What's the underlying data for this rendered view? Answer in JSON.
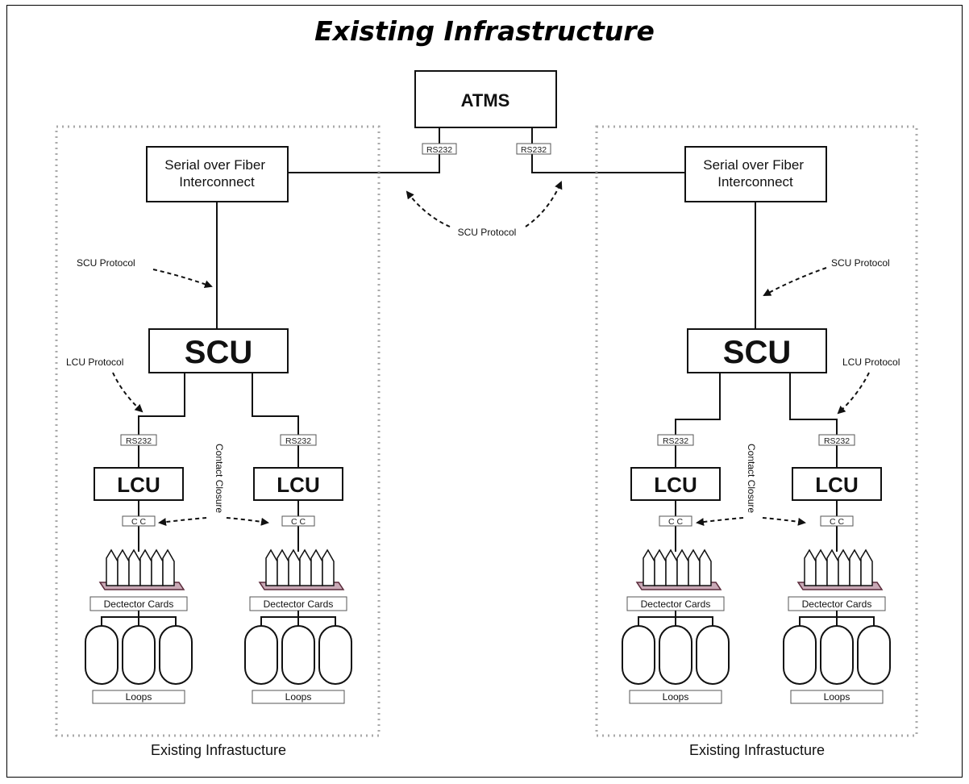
{
  "title": "Existing Infrastructure",
  "atms": {
    "label": "ATMS",
    "ports": [
      "RS232",
      "RS232"
    ]
  },
  "center_protocol": "SCU Protocol",
  "zones": [
    {
      "interconnect": "Serial over Fiber\nInterconnect",
      "scu_protocol": "SCU Protocol",
      "scu": "SCU",
      "lcu_protocol": "LCU Protocol",
      "contact_closure": "Contact Closure",
      "caption": "Existing Infrastucture",
      "lcus": [
        {
          "label": "LCU",
          "port": "RS232",
          "cc": "C C",
          "cards": "Dectector Cards",
          "loops": "Loops"
        },
        {
          "label": "LCU",
          "port": "RS232",
          "cc": "C C",
          "cards": "Dectector Cards",
          "loops": "Loops"
        }
      ]
    },
    {
      "interconnect": "Serial over Fiber\nInterconnect",
      "scu_protocol": "SCU Protocol",
      "scu": "SCU",
      "lcu_protocol": "LCU Protocol",
      "contact_closure": "Contact Closure",
      "caption": "Existing Infrastucture",
      "lcus": [
        {
          "label": "LCU",
          "port": "RS232",
          "cc": "C C",
          "cards": "Dectector Cards",
          "loops": "Loops"
        },
        {
          "label": "LCU",
          "port": "RS232",
          "cc": "C C",
          "cards": "Dectector Cards",
          "loops": "Loops"
        }
      ]
    }
  ]
}
